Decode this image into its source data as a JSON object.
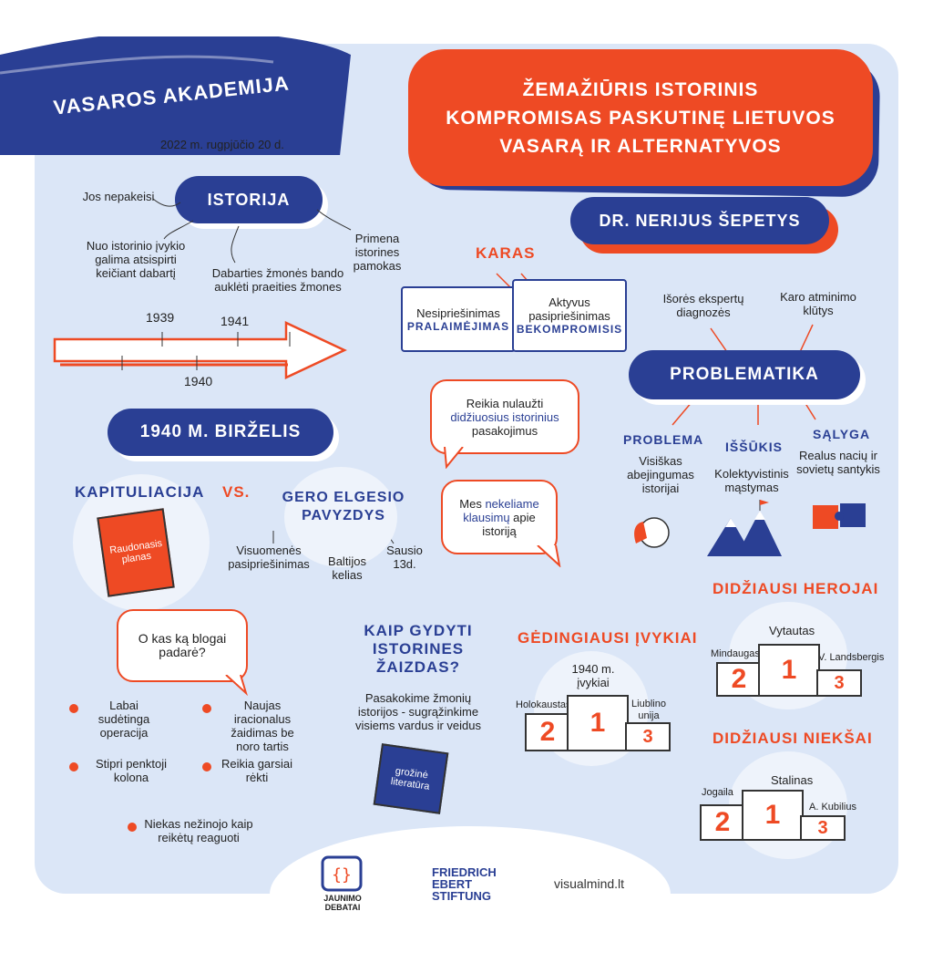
{
  "header": {
    "banner": "Vasaros akademija",
    "date": "2022 m. rugpjūčio 20 d.",
    "title_lines": [
      "Žemažiūris istorinis",
      "kompromisas paskutinę Lietuvos",
      "vasarą ir alternatyvos"
    ],
    "author": "Dr. Nerijus Šepetys"
  },
  "istorija": {
    "label": "Istorija",
    "notes": [
      "Jos nepakeisi",
      "Nuo istorinio įvykio galima atsispirti keičiant dabartį",
      "Primena istorines pamokas",
      "Dabarties žmonės bando auklėti praeities žmones"
    ],
    "timeline_years": [
      "1939",
      "1941",
      "1940"
    ]
  },
  "karas": {
    "label": "Karas",
    "piece1_top": "Nesipriešinimas",
    "piece1_bottom": "pralaimėjimas",
    "piece2_top": "Aktyvus pasipriešinimas",
    "piece2_bottom": "bekompromisis"
  },
  "problematika": {
    "label": "Problematika",
    "sources": [
      "Išorės ekspertų diagnozės",
      "Karo atminimo klūtys"
    ],
    "columns": [
      {
        "title": "Problema",
        "text": "Visiškas abejingumas istorijai"
      },
      {
        "title": "Iššūkis",
        "text": "Kolektyvistinis mąstymas"
      },
      {
        "title": "Sąlyga",
        "text": "Realus nacių ir sovietų santykis"
      }
    ]
  },
  "birzelis": {
    "label": "1940 m. birželis",
    "kapituliacija": "Kapituliacija",
    "vs": "vs.",
    "book": "Raudonasis planas",
    "gero": "Gero elgesio pavyzdys",
    "examples": [
      "Visuomenės pasipriešinimas",
      "Baltijos kelias",
      "Sausio 13d."
    ]
  },
  "bubbles": {
    "b1_pre": "Reikia nulaužti",
    "b1_accent": "didžiuosius istorinius",
    "b1_post": "pasakojimus",
    "b2_pre": "Mes",
    "b2_accent": "nekeliame klausimų",
    "b2_post": "apie istoriją",
    "b3": "O kas ką blogai padarė?"
  },
  "bullets": [
    "Labai sudėtinga operacija",
    "Naujas iracionalus žaidimas be noro tartis",
    "Stipri penktoji kolona",
    "Reikia garsiai rėkti",
    "Niekas nežinojo kaip reikėtų reaguoti"
  ],
  "gydyti": {
    "title": "Kaip gydyti istorines žaizdas?",
    "text": "Pasakokime žmonių istorijos - sugrąžinkime visiems vardus ir veidus",
    "book": "grožinė literatūra"
  },
  "gedingiausi": {
    "title": "Gėdingiausi įvykiai",
    "first": "1940 m. įvykiai",
    "second": "Holokaustas",
    "third": "Liublino unija",
    "n1": "1",
    "n2": "2",
    "n3": "3"
  },
  "herojai": {
    "title": "Didžiausi herojai",
    "first": "Vytautas",
    "second": "Mindaugas",
    "third": "V. Landsbergis",
    "n1": "1",
    "n2": "2",
    "n3": "3"
  },
  "niekšai": {
    "title": "Didžiausi niekšai",
    "first": "Stalinas",
    "second": "Jogaila",
    "third": "A. Kubilius",
    "n1": "1",
    "n2": "2",
    "n3": "3"
  },
  "footer": {
    "logo1": "Jaunimo debatai",
    "logo2_lines": [
      "Friedrich",
      "Ebert",
      "Stiftung"
    ],
    "site": "visualmind.lt"
  },
  "colors": {
    "blue": "#2a3f94",
    "red": "#ee4a24",
    "bg": "#dbe6f7"
  }
}
